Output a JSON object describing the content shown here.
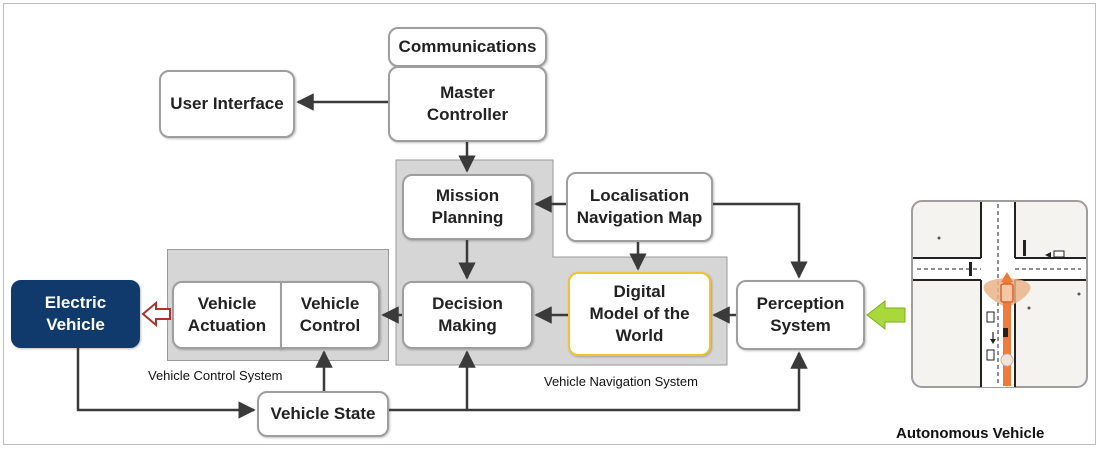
{
  "boxes": {
    "communications": "Communications",
    "master_controller": "Master\nController",
    "user_interface": "User Interface",
    "mission_planning": "Mission\nPlanning",
    "localisation": "Localisation\nNavigation Map",
    "decision_making": "Decision\nMaking",
    "digital_model": "Digital\nModel of the\nWorld",
    "perception": "Perception\nSystem",
    "vehicle_actuation": "Vehicle\nActuation",
    "vehicle_control": "Vehicle\nControl",
    "electric_vehicle": "Electric\nVehicle",
    "vehicle_state": "Vehicle State"
  },
  "captions": {
    "vehicle_control_system": "Vehicle  Control System",
    "vehicle_navigation_system": "Vehicle  Navigation System",
    "autonomous_vehicle": "Autonomous Vehicle"
  },
  "colors": {
    "electric_vehicle_fill": "#0f3a6b",
    "digital_model_border": "#f2c230",
    "perception_input_arrow": "#a8d83a",
    "electric_vehicle_arrow": "#b0302a",
    "region_fill": "#d6d6d6"
  }
}
